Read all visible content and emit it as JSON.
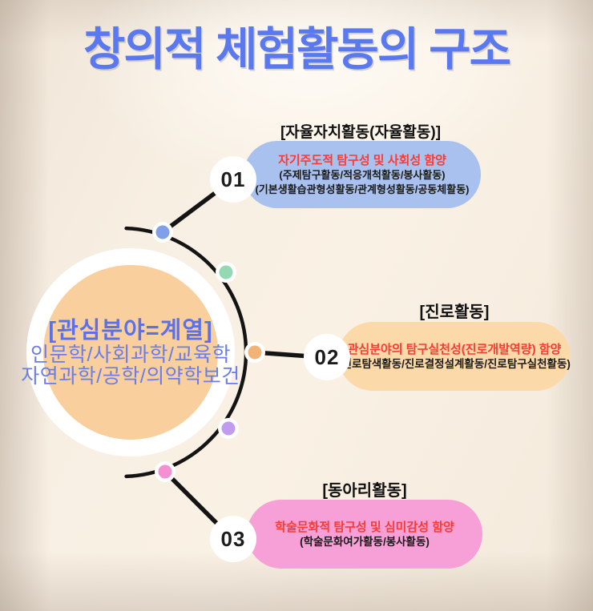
{
  "title": "창의적 체험활동의 구조",
  "colors": {
    "background": "#f8efe3",
    "title_blue": "#5b79ee",
    "highlight_red": "#f93b33",
    "connector_black": "#141414",
    "center_circle_fill": "#f8cf9d",
    "center_text_blue": "#6a7de8"
  },
  "center": {
    "line1": "[관심분야=계열]",
    "line2": "인문학/사회과학/교육학",
    "line3": "자연과학/공학/의약학보건"
  },
  "nodes": [
    {
      "number": "01",
      "header": "[자율자치활동(자율활동)]",
      "highlight": "자기주도적 탐구성 및 사회성 함양",
      "line1": "(주제탐구활동/적응개척활동/봉사활동)",
      "line2": "(기본생활습관형성활동/관계형성활동/공동체활동)",
      "box_color": "#a9c1ee",
      "dot_color": "#7f9fe8"
    },
    {
      "number": "02",
      "header": "[진로활동]",
      "highlight": "관심분야의 탐구실천성(진로개발역량) 함양",
      "line1": "(진로탐색활동/진로결정설계활동/진로탐구실천활동)",
      "line2": "",
      "box_color": "#fbd9a9",
      "dot_color": "#f2b377"
    },
    {
      "number": "03",
      "header": "[동아리활동]",
      "highlight": "학술문화적 탐구성 및 심미감성 함양",
      "line1": "(학술문화여가활동/봉사활동)",
      "line2": "",
      "box_color": "#f79fd7",
      "dot_color": "#f48fd2"
    }
  ],
  "extra_dots": [
    {
      "color": "#93d9b4"
    },
    {
      "color": "#c09bee"
    }
  ]
}
